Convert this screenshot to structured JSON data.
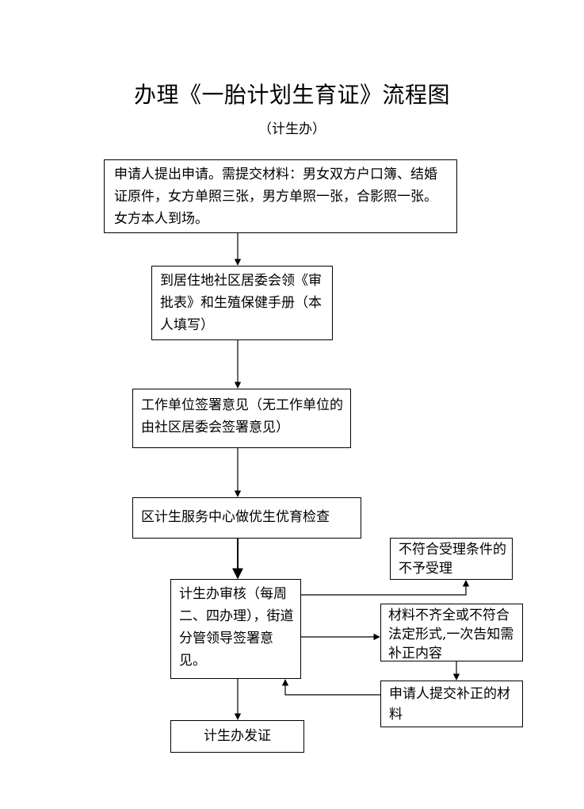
{
  "title": "办理《一胎计划生育证》流程图",
  "subtitle": "（计生办）",
  "steps": {
    "apply": "申请人提出申请。需提交材料：男女双方户口簿、结婚证原件，女方单照三张，男方单照一张，合影照一张。女方本人到场。",
    "get_forms": "到居住地社区居委会领《审批表》和生殖保健手册（本人填写）",
    "work_unit": "工作单位签署意见（无工作单位的由社区居委会签署意见）",
    "check": "区计生服务中心做优生优育检查",
    "review": "计生办审核（每周二、四办理），街道分管领导签署意见。",
    "reject": "不符合受理条件的不予受理",
    "incomplete": "材料不齐全或不符合法定形式,一次告知需补正内容",
    "resubmit": "申请人提交补正的材料",
    "issue": "计生办发证"
  }
}
